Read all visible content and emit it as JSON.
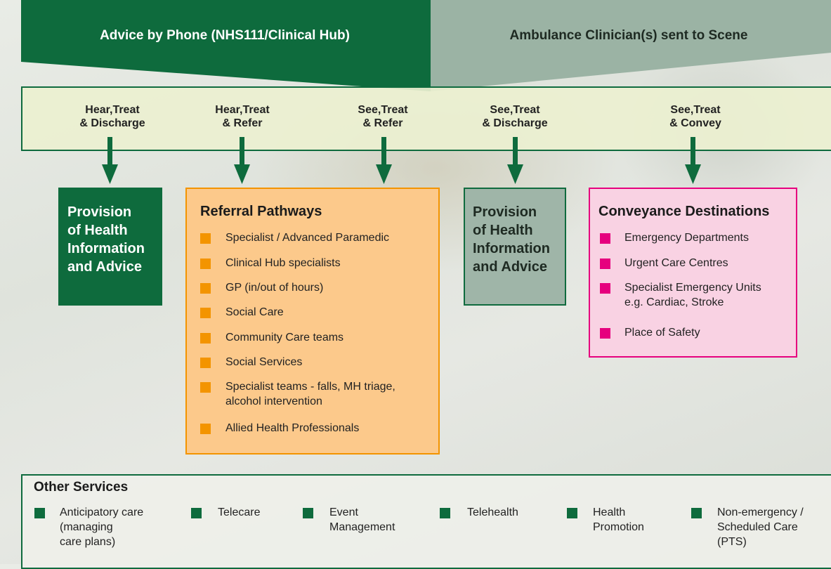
{
  "colors": {
    "dark_green": "#0e6b3d",
    "sage": "#9fb5a8",
    "orange": "#f39400",
    "pink": "#e6007e",
    "band": "#ecf0d0"
  },
  "header": {
    "phone": "Advice by Phone (NHS111/Clinical Hub)",
    "scene": "Ambulance Clinician(s) sent to Scene"
  },
  "pathways": [
    {
      "line1": "Hear,Treat",
      "line2": "& Discharge"
    },
    {
      "line1": "Hear,Treat",
      "line2": "& Refer"
    },
    {
      "line1": "See,Treat",
      "line2": "& Refer"
    },
    {
      "line1": "See,Treat",
      "line2": "& Discharge"
    },
    {
      "line1": "See,Treat",
      "line2": "& Convey"
    }
  ],
  "provision_phone": [
    "Provision",
    "of Health",
    "Information",
    "and Advice"
  ],
  "provision_scene": [
    "Provision",
    "of Health",
    "Information",
    "and Advice"
  ],
  "referral": {
    "title": "Referral Pathways",
    "items": [
      {
        "line1": "Specialist / Advanced Paramedic",
        "line2": ""
      },
      {
        "line1": "Clinical Hub specialists",
        "line2": ""
      },
      {
        "line1": "GP (in/out of hours)",
        "line2": ""
      },
      {
        "line1": "Social Care",
        "line2": ""
      },
      {
        "line1": "Community Care teams",
        "line2": ""
      },
      {
        "line1": "Social Services",
        "line2": ""
      },
      {
        "line1": "Specialist teams - falls, MH triage,",
        "line2": "alcohol intervention"
      },
      {
        "line1": "Allied Health Professionals",
        "line2": ""
      }
    ]
  },
  "conveyance": {
    "title": "Conveyance Destinations",
    "items": [
      {
        "line1": "Emergency Departments",
        "line2": ""
      },
      {
        "line1": "Urgent Care Centres",
        "line2": ""
      },
      {
        "line1": "Specialist Emergency Units",
        "line2": "e.g. Cardiac, Stroke"
      },
      {
        "line1": "Place of Safety",
        "line2": ""
      }
    ]
  },
  "other_services": {
    "title": "Other Services",
    "items": [
      {
        "l1": "Anticipatory care",
        "l2": "(managing",
        "l3": "care plans)"
      },
      {
        "l1": "Telecare",
        "l2": "",
        "l3": ""
      },
      {
        "l1": "Event",
        "l2": "Management",
        "l3": ""
      },
      {
        "l1": "Telehealth",
        "l2": "",
        "l3": ""
      },
      {
        "l1": "Health",
        "l2": "Promotion",
        "l3": ""
      },
      {
        "l1": "Non-emergency /",
        "l2": "Scheduled Care",
        "l3": "(PTS)"
      }
    ]
  }
}
